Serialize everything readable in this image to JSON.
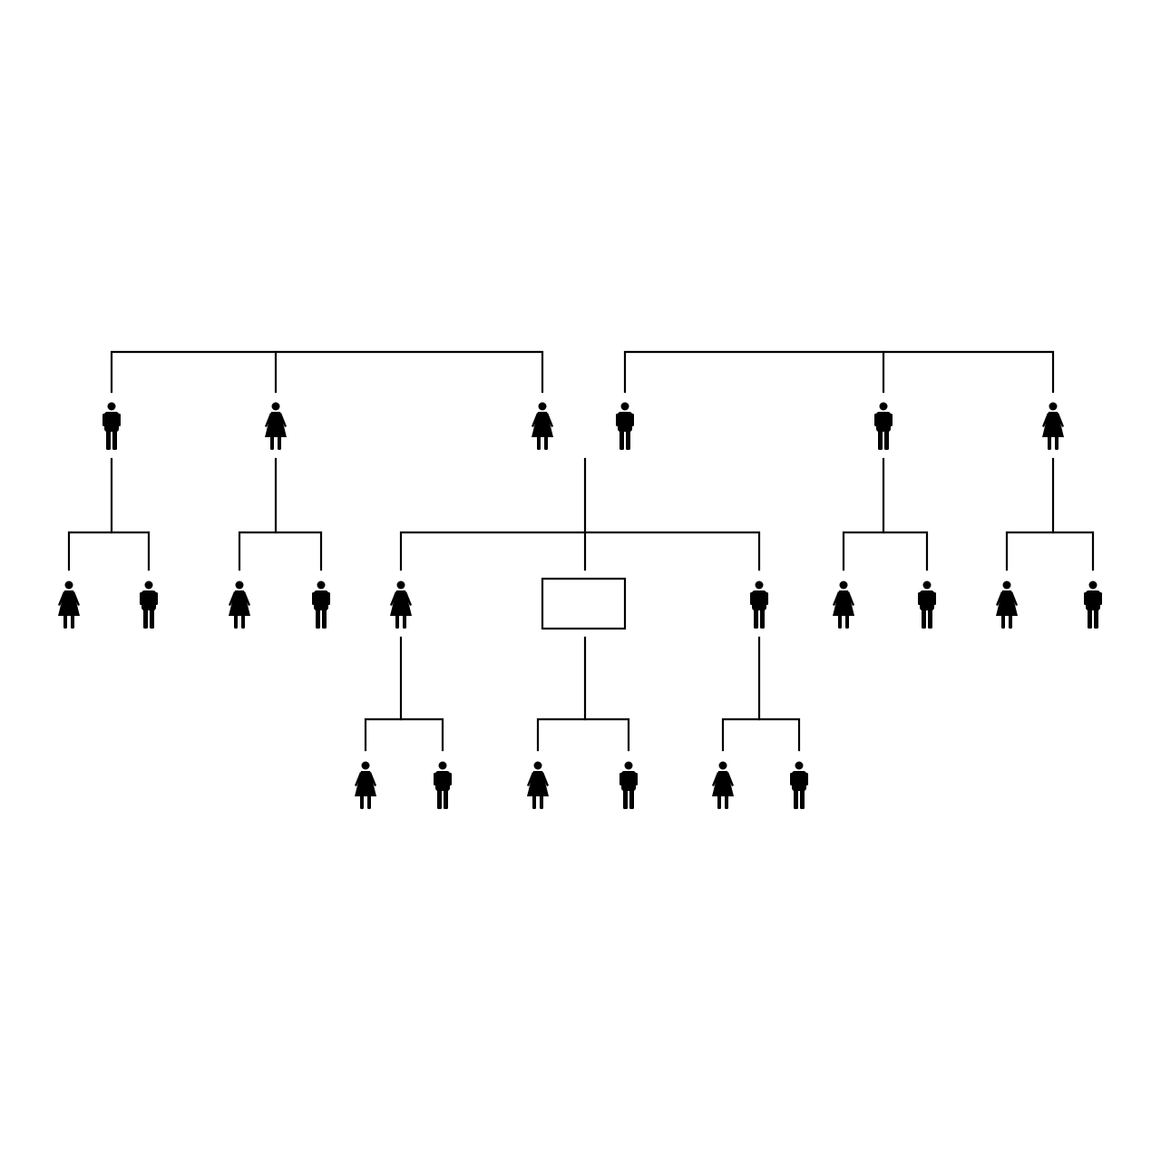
{
  "diagram": {
    "type": "family-tree",
    "line_color": "#000000",
    "figure_color": "#000000",
    "background": "#ffffff",
    "generations": [
      {
        "level": 1,
        "members": [
          {
            "id": "g1-a",
            "kind": "male-icon"
          },
          {
            "id": "g1-b",
            "kind": "female-icon"
          },
          {
            "id": "g1-c",
            "kind": "female-icon"
          },
          {
            "id": "g1-d",
            "kind": "male-icon"
          },
          {
            "id": "g1-e",
            "kind": "male-icon"
          },
          {
            "id": "g1-f",
            "kind": "female-icon"
          }
        ]
      },
      {
        "level": 2,
        "members": [
          {
            "id": "g2-a1",
            "kind": "female-icon"
          },
          {
            "id": "g2-a2",
            "kind": "male-icon"
          },
          {
            "id": "g2-b1",
            "kind": "female-icon"
          },
          {
            "id": "g2-b2",
            "kind": "male-icon"
          },
          {
            "id": "g2-c1",
            "kind": "female-icon"
          },
          {
            "id": "g2-c2",
            "kind": "empty-box"
          },
          {
            "id": "g2-c3",
            "kind": "male-icon"
          },
          {
            "id": "g2-e1",
            "kind": "female-icon"
          },
          {
            "id": "g2-e2",
            "kind": "male-icon"
          },
          {
            "id": "g2-f1",
            "kind": "female-icon"
          },
          {
            "id": "g2-f2",
            "kind": "male-icon"
          }
        ]
      },
      {
        "level": 3,
        "members": [
          {
            "id": "g3-a1",
            "kind": "female-icon"
          },
          {
            "id": "g3-a2",
            "kind": "male-icon"
          },
          {
            "id": "g3-b1",
            "kind": "female-icon"
          },
          {
            "id": "g3-b2",
            "kind": "male-icon"
          },
          {
            "id": "g3-c1",
            "kind": "female-icon"
          },
          {
            "id": "g3-c2",
            "kind": "male-icon"
          }
        ]
      }
    ]
  }
}
